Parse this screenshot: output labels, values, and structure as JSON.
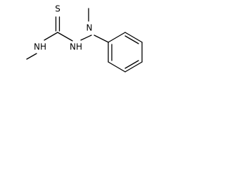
{
  "molecule": {
    "atoms": {
      "sulfur": "S",
      "nh_left": "NH",
      "nh_middle": "NH",
      "n_right": "N"
    }
  }
}
